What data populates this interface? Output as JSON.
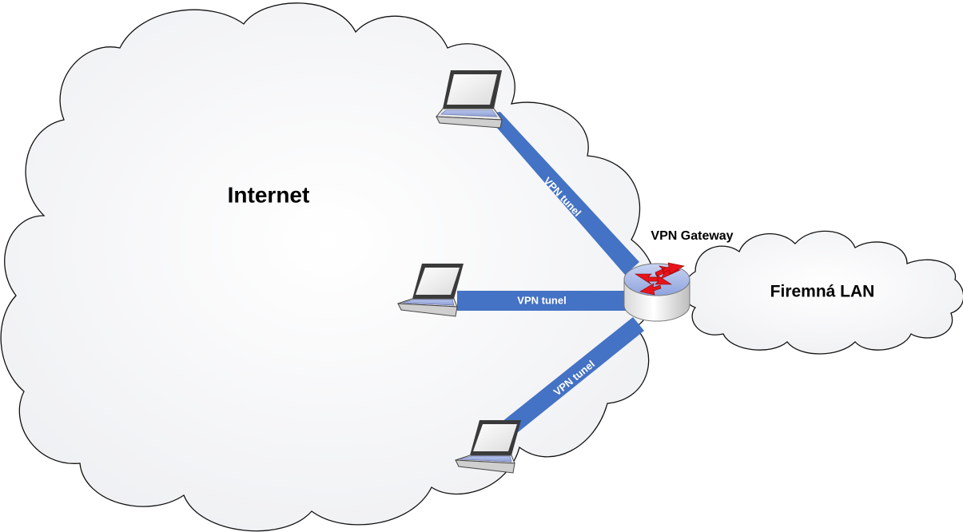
{
  "internet_cloud": {
    "label": "Internet"
  },
  "lan_cloud": {
    "label": "Firemná LAN"
  },
  "gateway": {
    "label": "VPN Gateway",
    "icon": "router-icon"
  },
  "tunnels": [
    {
      "label": "VPN tunel"
    },
    {
      "label": "VPN tunel"
    },
    {
      "label": "VPN tunel"
    }
  ],
  "laptops": [
    {
      "icon": "laptop-icon"
    },
    {
      "icon": "laptop-icon"
    },
    {
      "icon": "laptop-icon"
    }
  ],
  "colors": {
    "tunnel": "#4472C4",
    "router_top": "#A9B9E8",
    "router_arrows": "#E8141B",
    "cloud_fill": "#F5F6F8"
  }
}
